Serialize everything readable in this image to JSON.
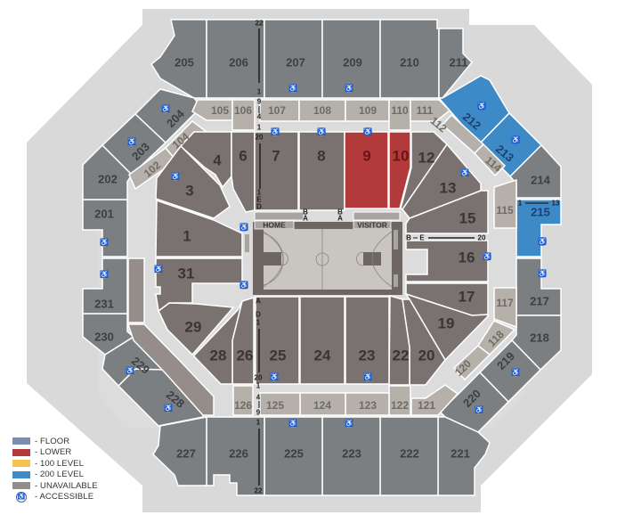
{
  "map": {
    "colors": {
      "floor": "#7b8eb1",
      "lower": "#b33a3a",
      "level100": "#f6c352",
      "level200": "#3e8ac6",
      "unavailable": "#958d8a",
      "sec200_unavailable": "#7b7f82",
      "sec100_unavailable": "#b5b1aa",
      "lower_unavailable": "#7a7271",
      "concourse": "#d8d8d8",
      "court_floor": "#c9c6c1",
      "court_border": "#6d6663"
    },
    "court": {
      "home_label": "HOME",
      "visitor_label": "VISITOR"
    },
    "sections_200": [
      {
        "id": "205",
        "label": "205",
        "status": "unavailable"
      },
      {
        "id": "206",
        "label": "206",
        "status": "unavailable"
      },
      {
        "id": "207",
        "label": "207",
        "status": "unavailable",
        "accessible": true
      },
      {
        "id": "209",
        "label": "209",
        "status": "unavailable",
        "accessible": true
      },
      {
        "id": "210",
        "label": "210",
        "status": "unavailable"
      },
      {
        "id": "211",
        "label": "211",
        "status": "unavailable"
      },
      {
        "id": "212",
        "label": "212",
        "status": "available",
        "accessible": true
      },
      {
        "id": "213",
        "label": "213",
        "status": "available",
        "accessible": true
      },
      {
        "id": "214",
        "label": "214",
        "status": "unavailable"
      },
      {
        "id": "215",
        "label": "215",
        "status": "available",
        "accessible": true
      },
      {
        "id": "217",
        "label": "217",
        "status": "unavailable",
        "accessible": true
      },
      {
        "id": "218",
        "label": "218",
        "status": "unavailable"
      },
      {
        "id": "219",
        "label": "219",
        "status": "unavailable",
        "accessible": true
      },
      {
        "id": "220",
        "label": "220",
        "status": "unavailable",
        "accessible": true
      },
      {
        "id": "221",
        "label": "221",
        "status": "unavailable"
      },
      {
        "id": "222",
        "label": "222",
        "status": "unavailable"
      },
      {
        "id": "223",
        "label": "223",
        "status": "unavailable",
        "accessible": true
      },
      {
        "id": "225",
        "label": "225",
        "status": "unavailable",
        "accessible": true
      },
      {
        "id": "226",
        "label": "226",
        "status": "unavailable"
      },
      {
        "id": "227",
        "label": "227",
        "status": "unavailable"
      },
      {
        "id": "228",
        "label": "228",
        "status": "unavailable",
        "accessible": true
      },
      {
        "id": "229",
        "label": "229",
        "status": "unavailable",
        "accessible": true
      },
      {
        "id": "230",
        "label": "230",
        "status": "unavailable"
      },
      {
        "id": "231",
        "label": "231",
        "status": "unavailable",
        "accessible": true
      },
      {
        "id": "201",
        "label": "201",
        "status": "unavailable",
        "accessible": true
      },
      {
        "id": "202",
        "label": "202",
        "status": "unavailable"
      },
      {
        "id": "203",
        "label": "203",
        "status": "unavailable",
        "accessible": true
      },
      {
        "id": "204",
        "label": "204",
        "status": "unavailable",
        "accessible": true
      }
    ],
    "sections_100": [
      {
        "id": "102",
        "label": "102"
      },
      {
        "id": "104",
        "label": "104"
      },
      {
        "id": "105",
        "label": "105"
      },
      {
        "id": "106",
        "label": "106"
      },
      {
        "id": "107",
        "label": "107"
      },
      {
        "id": "108",
        "label": "108"
      },
      {
        "id": "109",
        "label": "109"
      },
      {
        "id": "110",
        "label": "110"
      },
      {
        "id": "111",
        "label": "111"
      },
      {
        "id": "112",
        "label": "112"
      },
      {
        "id": "114",
        "label": "114"
      },
      {
        "id": "115",
        "label": "115"
      },
      {
        "id": "117",
        "label": "117"
      },
      {
        "id": "118",
        "label": "118"
      },
      {
        "id": "120",
        "label": "120"
      },
      {
        "id": "121",
        "label": "121"
      },
      {
        "id": "122",
        "label": "122"
      },
      {
        "id": "123",
        "label": "123"
      },
      {
        "id": "124",
        "label": "124"
      },
      {
        "id": "125",
        "label": "125"
      },
      {
        "id": "126",
        "label": "126"
      }
    ],
    "sections_lower": [
      {
        "id": "1",
        "label": "1"
      },
      {
        "id": "3",
        "label": "3"
      },
      {
        "id": "4",
        "label": "4"
      },
      {
        "id": "6",
        "label": "6"
      },
      {
        "id": "7",
        "label": "7"
      },
      {
        "id": "8",
        "label": "8"
      },
      {
        "id": "9",
        "label": "9",
        "status": "available"
      },
      {
        "id": "10",
        "label": "10",
        "status": "available"
      },
      {
        "id": "12",
        "label": "12"
      },
      {
        "id": "13",
        "label": "13"
      },
      {
        "id": "15",
        "label": "15"
      },
      {
        "id": "16",
        "label": "16"
      },
      {
        "id": "17",
        "label": "17"
      },
      {
        "id": "19",
        "label": "19"
      },
      {
        "id": "20",
        "label": "20"
      },
      {
        "id": "22",
        "label": "22"
      },
      {
        "id": "23",
        "label": "23"
      },
      {
        "id": "24",
        "label": "24"
      },
      {
        "id": "25",
        "label": "25"
      },
      {
        "id": "26",
        "label": "26"
      },
      {
        "id": "28",
        "label": "28"
      },
      {
        "id": "29",
        "label": "29"
      },
      {
        "id": "31",
        "label": "31"
      }
    ],
    "row_markers": {
      "top_200": {
        "start": "22",
        "end": "1"
      },
      "top_100": [
        "9",
        "4",
        "1"
      ],
      "top_lower": {
        "start": "20",
        "end": "1",
        "letters": [
          "E",
          "D"
        ]
      },
      "courtside_left": [
        "B",
        "A"
      ],
      "courtside_right": [
        "B",
        "A"
      ],
      "right_lower": {
        "start": "B",
        "mid": "E",
        "end": "20"
      },
      "right_215": {
        "start": "1",
        "end": "13"
      },
      "bottom_lower": {
        "letters": [
          "A",
          "D"
        ],
        "start": "1",
        "end": "20"
      },
      "bottom_100": [
        "1",
        "4",
        "9"
      ],
      "bottom_200": {
        "start": "1",
        "end": "22"
      }
    }
  },
  "legend": {
    "items": [
      {
        "label": "- FLOOR",
        "color": "#7b8eb1"
      },
      {
        "label": "- LOWER",
        "color": "#b33a3a"
      },
      {
        "label": "- 100 LEVEL",
        "color": "#f6c352"
      },
      {
        "label": "- 200 LEVEL",
        "color": "#3e8ac6"
      },
      {
        "label": "- UNAVAILABLE",
        "color": "#958d8a"
      }
    ],
    "accessible_label": "- ACCESSIBLE",
    "accessible_icon": "wheelchair-icon"
  }
}
